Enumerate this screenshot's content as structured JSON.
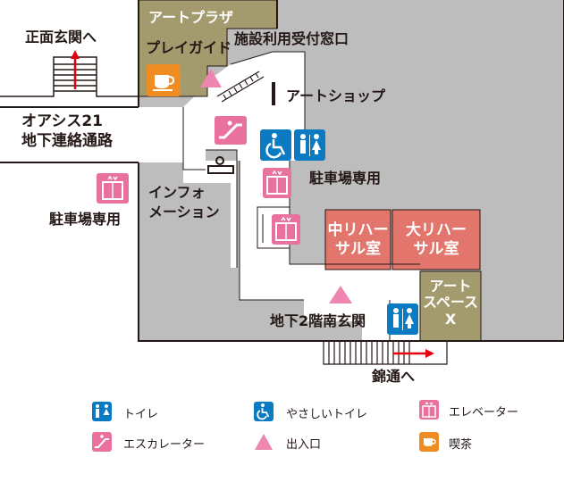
{
  "colors": {
    "wall": "#bdbdbd",
    "outline": "#231815",
    "art_plaza": "#a39a6e",
    "rehearsal": "#e2766d",
    "toilet_blue": "#0a7bc2",
    "elevator_pink": "#e8719d",
    "entrance_pink": "#ef86b0",
    "cafe_orange": "#ef8d22"
  },
  "rooms": {
    "art_plaza": "アートプラザ",
    "play_guide": "プレイガイド",
    "rehearsal_middle": [
      "中リハー",
      "サル室"
    ],
    "rehearsal_large": [
      "大リハー",
      "サル室"
    ],
    "art_space": [
      "アート",
      "スペース",
      "X"
    ]
  },
  "labels": {
    "main_entrance": "正面玄関へ",
    "facility_window": "施設利用受付窓口",
    "art_shop": "アートショップ",
    "oasis_line1": "オアシス21",
    "oasis_line2": "地下連絡通路",
    "parking_right": "駐車場専用",
    "parking_left": "駐車場専用",
    "info_line1": "インフォ",
    "info_line2": "メーション",
    "south_entrance": "地下2階南玄関",
    "nishiki": "錦通へ"
  },
  "legend": {
    "toilet": "トイレ",
    "accessible_toilet": "やさしいトイレ",
    "elevator": "エレベーター",
    "escalator": "エスカレーター",
    "entrance": "出入口",
    "cafe": "喫茶"
  }
}
